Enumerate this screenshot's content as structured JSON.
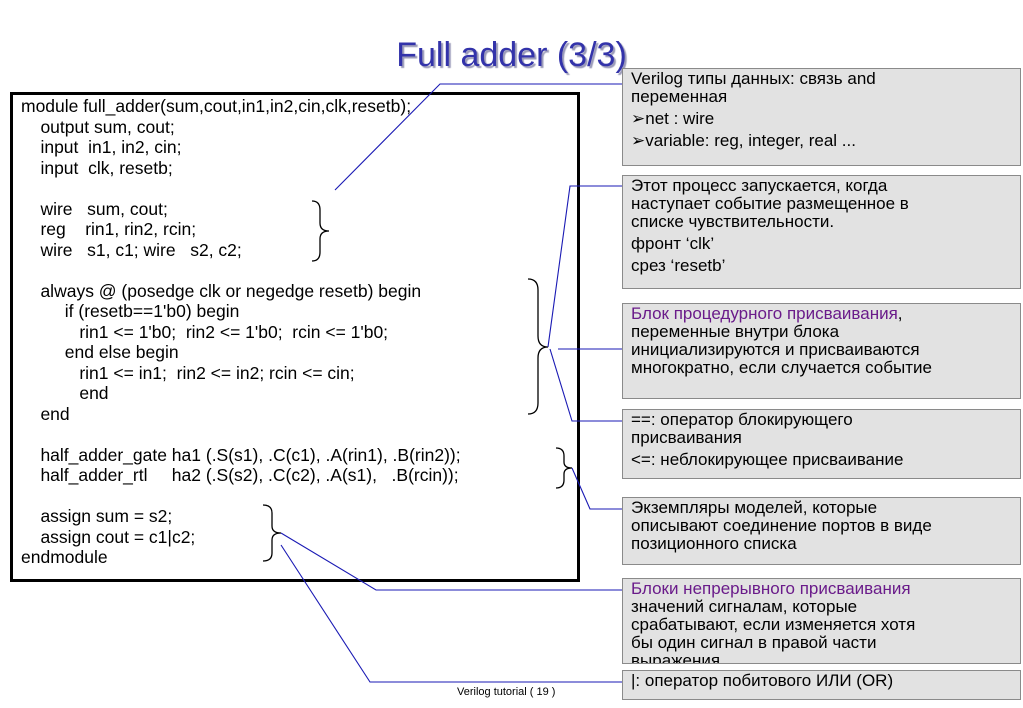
{
  "slide": {
    "title": "Full adder (3/3)",
    "footer": "Verilog tutorial  ( 19 )"
  },
  "code": {
    "lines": [
      "module full_adder(sum,cout,in1,in2,cin,clk,resetb);",
      "    output sum, cout;",
      "    input  in1, in2, cin;",
      "    input  clk, resetb;",
      "",
      "    wire   sum, cout;",
      "    reg    rin1, rin2, rcin;",
      "    wire   s1, c1; wire   s2, c2;",
      "",
      "    always @ (posedge clk or negedge resetb) begin",
      "         if (resetb==1'b0) begin",
      "            rin1 <= 1'b0;  rin2 <= 1'b0;  rcin <= 1'b0;",
      "         end else begin",
      "            rin1 <= in1;  rin2 <= in2; rcin <= cin;",
      "            end",
      "    end",
      "",
      "    half_adder_gate ha1 (.S(s1), .C(c1), .A(rin1), .B(rin2));",
      "    half_adder_rtl     ha2 (.S(s2), .C(c2), .A(s1),   .B(rcin));",
      "",
      "    assign sum = s2;",
      "    assign cout = c1|c2;",
      "endmodule"
    ]
  },
  "notes": {
    "types": {
      "line1": "Verilog типы данных: связь and",
      "line2": "переменная",
      "net": "➢net : wire",
      "variable": "➢variable: reg, integer, real ..."
    },
    "process": {
      "line1": "Этот процесс запускается, когда",
      "line2": "наступает событие размещенное в",
      "line3": "списке чувствительности.",
      "edge1": "фронт ‘clk’",
      "edge2": "срез ‘resetb’"
    },
    "procedural": {
      "highlight": "Блок процедурного присваивания",
      "comma": ",",
      "line2": "переменные внутри блока",
      "line3": "инициализируются и присваиваются",
      "line4": "многократно, если случается событие"
    },
    "operators": {
      "line1": "==: оператор блокирующего",
      "line2": "присваивания",
      "line3": "<=: неблокирующее присваивание"
    },
    "instances": {
      "line1": "Экземпляры моделей, которые",
      "line2": "описывают соединение портов в виде",
      "line3": "позиционного списка"
    },
    "continuous": {
      "highlight": "Блоки непрерывного присваивания",
      "line2": "значений сигналам, которые",
      "line3": "срабатывают, если изменяется хотя",
      "line4": "бы один сигнал в правой части",
      "line5": "выражения"
    },
    "bitwise": {
      "line1": "|: оператор побитового ИЛИ (OR)"
    }
  },
  "colors": {
    "title": "#3333aa",
    "connector": "#1a1ab4",
    "highlight": "#6a1b8a",
    "note_bg": "#e2e2e2"
  }
}
